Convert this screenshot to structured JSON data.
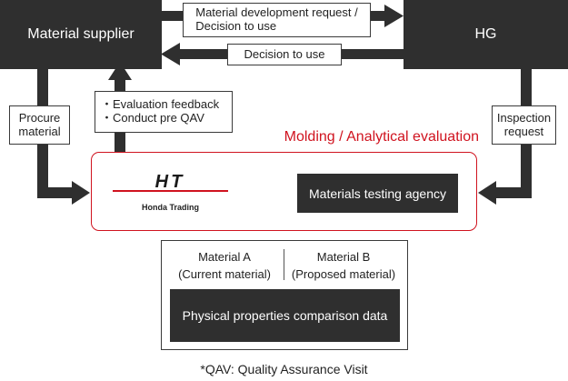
{
  "nodes": {
    "supplier": "Material supplier",
    "hg": "HG",
    "testing_agency": "Materials testing agency",
    "comparison": "Physical properties comparison data"
  },
  "labels": {
    "request_line1": "Material development request /",
    "request_line2": "Decision to use",
    "decision": "Decision to use",
    "procure_line1": "Procure",
    "procure_line2": "material",
    "feedback_line1": "・Evaluation feedback",
    "feedback_line2": "・Conduct pre QAV",
    "inspection_line1": "Inspection",
    "inspection_line2": "request"
  },
  "evaluation_title": "Molding / Analytical evaluation",
  "logo": {
    "mark": "HT",
    "name": "Honda Trading"
  },
  "materials": {
    "a_name": "Material A",
    "a_desc": "(Current material)",
    "b_name": "Material B",
    "b_desc": "(Proposed material)"
  },
  "footnote": "*QAV: Quality Assurance Visit",
  "colors": {
    "dark": "#2f2f2f",
    "accent_red": "#d0131f"
  }
}
